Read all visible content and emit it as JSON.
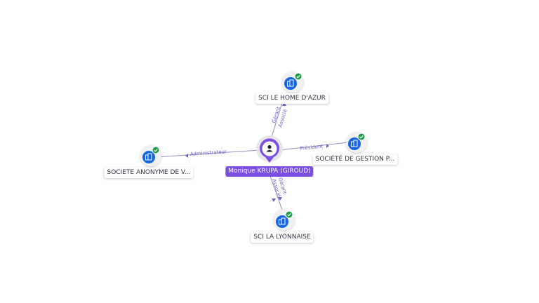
{
  "colors": {
    "center": "#7b4fe0",
    "company": "#1565e0",
    "check": "#1e9c4a",
    "edge": "#8f8fb8",
    "edge_label": "#6c63c9"
  },
  "center": {
    "label": "Monique KRUPA (GIROUD)",
    "icon": "person-icon"
  },
  "nodes": [
    {
      "id": "top",
      "label": "SCI LE HOME D'AZUR",
      "icon": "building-icon",
      "status_icon": "check-icon"
    },
    {
      "id": "right",
      "label": "SOCIÉTÉ DE GESTION P...",
      "icon": "building-icon",
      "status_icon": "check-icon"
    },
    {
      "id": "left",
      "label": "SOCIETE ANONYME DE V...",
      "icon": "building-icon",
      "status_icon": "check-icon"
    },
    {
      "id": "bottom",
      "label": "SCI LA LYONNAISE",
      "icon": "building-icon",
      "status_icon": "check-icon"
    }
  ],
  "edges": [
    {
      "to": "top",
      "labels": [
        "Gérant",
        "Associé"
      ]
    },
    {
      "to": "right",
      "labels": [
        "Président"
      ]
    },
    {
      "to": "left",
      "labels": [
        "Administrateur"
      ]
    },
    {
      "to": "bottom",
      "labels": [
        "Gérant",
        "Associé"
      ]
    }
  ]
}
